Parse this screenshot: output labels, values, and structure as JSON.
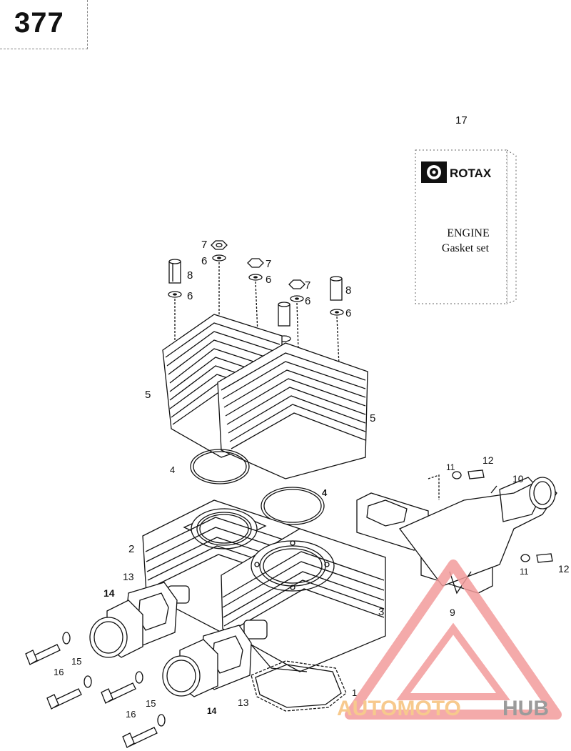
{
  "page": {
    "number": "377"
  },
  "kit": {
    "brand": "ROTAX",
    "title": "ENGINE",
    "subtitle": "Gasket set"
  },
  "callouts": [
    {
      "id": "c17",
      "text": "17"
    },
    {
      "id": "c7a",
      "text": "7"
    },
    {
      "id": "c6a",
      "text": "6"
    },
    {
      "id": "c8a",
      "text": "8"
    },
    {
      "id": "c6b",
      "text": "6"
    },
    {
      "id": "c7b",
      "text": "7"
    },
    {
      "id": "c6c",
      "text": "6"
    },
    {
      "id": "c7c",
      "text": "7"
    },
    {
      "id": "c6d",
      "text": "6"
    },
    {
      "id": "c8b",
      "text": "8"
    },
    {
      "id": "c6e",
      "text": "6"
    },
    {
      "id": "c5a",
      "text": "5"
    },
    {
      "id": "c5b",
      "text": "5"
    },
    {
      "id": "c4a",
      "text": "4"
    },
    {
      "id": "c4b",
      "text": "4"
    },
    {
      "id": "c2",
      "text": "2"
    },
    {
      "id": "c3",
      "text": "3"
    },
    {
      "id": "c1",
      "text": "1"
    },
    {
      "id": "c13a",
      "text": "13"
    },
    {
      "id": "c14a",
      "text": "14"
    },
    {
      "id": "c16a",
      "text": "16"
    },
    {
      "id": "c15a",
      "text": "15"
    },
    {
      "id": "c16b",
      "text": "16"
    },
    {
      "id": "c15b",
      "text": "15"
    },
    {
      "id": "c14b",
      "text": "14"
    },
    {
      "id": "c13b",
      "text": "13"
    },
    {
      "id": "c11a",
      "text": "11"
    },
    {
      "id": "c12a",
      "text": "12"
    },
    {
      "id": "c10",
      "text": "10"
    },
    {
      "id": "c11b",
      "text": "11"
    },
    {
      "id": "c12b",
      "text": "12"
    },
    {
      "id": "c9",
      "text": "9"
    }
  ],
  "watermark": {
    "part1": "AUTOMOTO",
    "part2": "HUB",
    "color_primary": "#f39c9c",
    "color_accent": "#f6c07a",
    "color_dark": "#8a8a8a"
  }
}
